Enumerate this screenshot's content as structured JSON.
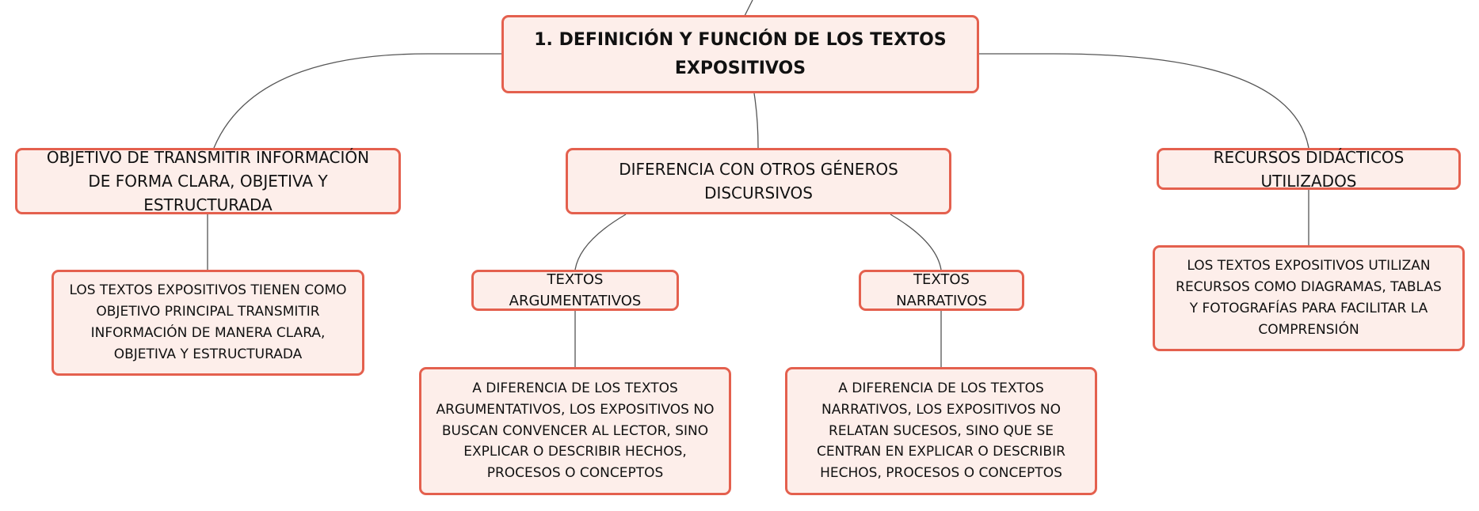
{
  "nodes": {
    "root": "1. DEFINICIÓN Y FUNCIÓN DE LOS TEXTOS EXPOSITIVOS",
    "objetivo": "OBJETIVO DE TRANSMITIR INFORMACIÓN DE FORMA CLARA, OBJETIVA Y ESTRUCTURADA",
    "objetivo_detalle": "LOS TEXTOS EXPOSITIVOS TIENEN COMO OBJETIVO PRINCIPAL TRANSMITIR INFORMACIÓN DE MANERA CLARA, OBJETIVA Y ESTRUCTURADA",
    "diferencia": "DIFERENCIA CON OTROS GÉNEROS DISCURSIVOS",
    "argumentativos": "TEXTOS ARGUMENTATIVOS",
    "argumentativos_detalle": "A DIFERENCIA DE LOS TEXTOS ARGUMENTATIVOS, LOS EXPOSITIVOS NO BUSCAN CONVENCER AL LECTOR, SINO EXPLICAR O DESCRIBIR HECHOS, PROCESOS O CONCEPTOS",
    "narrativos": "TEXTOS NARRATIVOS",
    "narrativos_detalle": "A DIFERENCIA DE LOS TEXTOS NARRATIVOS, LOS EXPOSITIVOS NO RELATAN SUCESOS, SINO QUE SE CENTRAN EN EXPLICAR O DESCRIBIR HECHOS, PROCESOS O CONCEPTOS",
    "recursos": "RECURSOS DIDÁCTICOS UTILIZADOS",
    "recursos_detalle": "LOS TEXTOS EXPOSITIVOS UTILIZAN RECURSOS COMO DIAGRAMAS, TABLAS Y FOTOGRAFÍAS PARA FACILITAR LA COMPRENSIÓN"
  },
  "colors": {
    "node_fill": "#fdeeea",
    "node_border": "#e4604e",
    "connector": "#555555",
    "text": "#111111"
  }
}
